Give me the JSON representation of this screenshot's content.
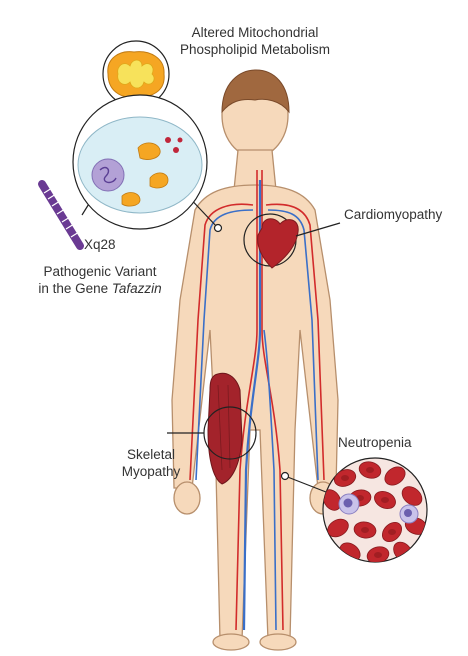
{
  "labels": {
    "mito_line1": "Altered Mitochondrial",
    "mito_line2": "Phospholipid Metabolism",
    "cardio": "Cardiomyopathy",
    "chromosome": "Xq28",
    "variant_line1": "Pathogenic Variant",
    "variant_line2_prefix": "in the Gene ",
    "variant_gene": "Tafazzin",
    "skeletal_line1": "Skeletal",
    "skeletal_line2": "Myopathy",
    "neutro": "Neutropenia"
  },
  "colors": {
    "skin": "#f6d9bb",
    "skin_outline": "#b78f6c",
    "hair": "#a0683f",
    "artery": "#d22b2b",
    "vein": "#3a6fc8",
    "muscle": "#a3232b",
    "heart": "#b3242b",
    "chromosome": "#6a3a93",
    "mitochondria": "#f5a623",
    "mito_inner": "#f7e25b",
    "cell": "#d9eef5",
    "nucleus": "#b3a1d6",
    "blood_bg": "#f6e6e1",
    "rbc": "#c1272d",
    "wbc": "#c9c2ea",
    "leader": "#222222"
  },
  "icons": [
    "mitochondrion-icon",
    "cell-icon",
    "chromosome-icon",
    "heart-icon",
    "muscle-icon",
    "blood-cells-icon"
  ]
}
